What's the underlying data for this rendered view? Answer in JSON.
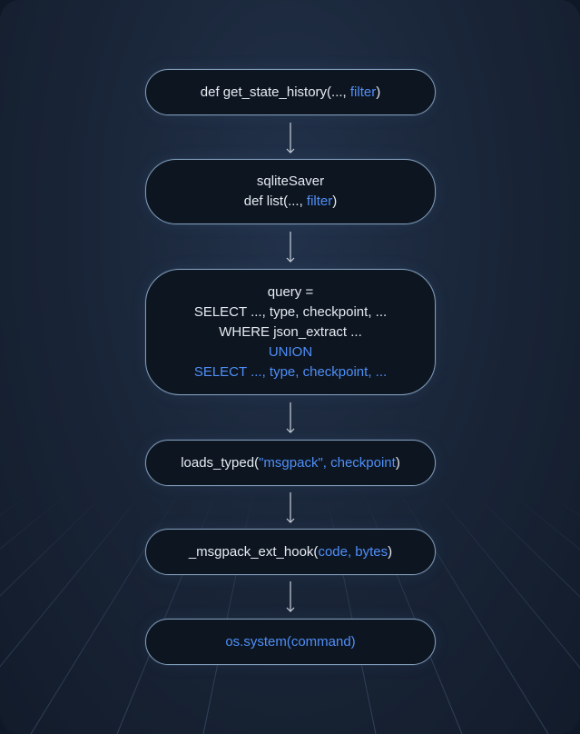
{
  "nodes": [
    {
      "id": "get-state-history",
      "lines": [
        [
          {
            "text": "def get_state_history(..., ",
            "hl": false
          },
          {
            "text": "filter",
            "hl": true
          },
          {
            "text": ")",
            "hl": false
          }
        ]
      ]
    },
    {
      "id": "sqlite-saver-list",
      "lines": [
        [
          {
            "text": "sqliteSaver",
            "hl": false
          }
        ],
        [
          {
            "text": "def list(..., ",
            "hl": false
          },
          {
            "text": "filter",
            "hl": true
          },
          {
            "text": ")",
            "hl": false
          }
        ]
      ]
    },
    {
      "id": "query",
      "lines": [
        [
          {
            "text": "query =",
            "hl": false
          }
        ],
        [
          {
            "text": "SELECT ..., type, checkpoint, ...",
            "hl": false
          }
        ],
        [
          {
            "text": "WHERE json_extract ...",
            "hl": false
          }
        ],
        [
          {
            "text": "UNION",
            "hl": true
          }
        ],
        [
          {
            "text": "SELECT ..., type, checkpoint, ...",
            "hl": true
          }
        ]
      ]
    },
    {
      "id": "loads-typed",
      "lines": [
        [
          {
            "text": "loads_typed(",
            "hl": false
          },
          {
            "text": "\"msgpack\", checkpoint",
            "hl": true
          },
          {
            "text": ")",
            "hl": false
          }
        ]
      ]
    },
    {
      "id": "msgpack-ext-hook",
      "lines": [
        [
          {
            "text": "_msgpack_ext_hook(",
            "hl": false
          },
          {
            "text": "code, bytes",
            "hl": true
          },
          {
            "text": ")",
            "hl": false
          }
        ]
      ]
    },
    {
      "id": "os-system",
      "lines": [
        [
          {
            "text": "os.system(command)",
            "hl": true
          }
        ]
      ]
    }
  ],
  "colors": {
    "highlight": "#4f8ff7",
    "text": "#e6ebf1",
    "border": "#7f9bb8",
    "arrow": "#c9d1db"
  }
}
